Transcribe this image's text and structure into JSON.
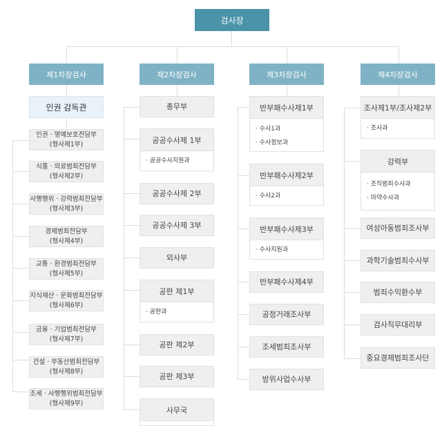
{
  "chief": {
    "label": "검사장"
  },
  "colors": {
    "chief": "#4a93a8",
    "deputy": "#7fb2c4",
    "supervisor": "#e8f2f8",
    "department": "#efefef",
    "line": "#dcdcdc"
  },
  "columns": [
    {
      "title": "제1차장검사",
      "supervisor": "인권 감독관",
      "departments": [
        {
          "name": "인권 · 명예보호전담부",
          "sub": "(형사제1부)"
        },
        {
          "name": "식품 · 의료범죄전담부",
          "sub": "(형사제2부)"
        },
        {
          "name": "사행행위 · 강력범죄전담부",
          "sub": "(형사제3부)"
        },
        {
          "name": "경제범죄전담부",
          "sub": "(형사제4부)"
        },
        {
          "name": "교통 · 환경범죄전담부",
          "sub": "(형사제5부)"
        },
        {
          "name": "지식재산 · 문화범죄전담부",
          "sub": "(형사제6부)"
        },
        {
          "name": "금융 · 기업범죄전담부",
          "sub": "(형사제7부)"
        },
        {
          "name": "건설 · 부동산범죄전담부",
          "sub": "(형사제8부)"
        },
        {
          "name": "조세 · 사행행위범죄전담부",
          "sub": "(형사제9부)"
        }
      ]
    },
    {
      "title": "제2차장검사",
      "departments": [
        {
          "name": "총무부",
          "units": []
        },
        {
          "name": "공공수사제 1부",
          "units": [
            "· 공공수사지원과"
          ]
        },
        {
          "name": "공공수사제 2부",
          "units": []
        },
        {
          "name": "공공수사제 3부",
          "units": []
        },
        {
          "name": "외사부",
          "units": []
        },
        {
          "name": "공판 제1부",
          "units": [
            "· 공판과"
          ]
        },
        {
          "name": "공판 제2부",
          "units": []
        },
        {
          "name": "공판 제3부",
          "units": []
        },
        {
          "name": "사무국",
          "units": []
        }
      ]
    },
    {
      "title": "제3차장검사",
      "departments": [
        {
          "name": "반부패수사제1부",
          "units": [
            "· 수사1과",
            "· 수사정보과"
          ]
        },
        {
          "name": "반부패수사제2부",
          "units": [
            "· 수사2과"
          ]
        },
        {
          "name": "반부패수사제3부",
          "units": [
            "· 수사지원과"
          ]
        },
        {
          "name": "반부패수사제4부",
          "units": []
        },
        {
          "name": "공정거래조사부",
          "units": []
        },
        {
          "name": "조세범죄조사부",
          "units": []
        },
        {
          "name": "방위사업수사부",
          "units": []
        }
      ]
    },
    {
      "title": "제4차장검사",
      "departments": [
        {
          "name": "조사제1부/조사제2부",
          "units": [
            "· 조사과"
          ]
        },
        {
          "name": "강력부",
          "units": [
            "· 조직범죄수사과",
            "· 마약수사과"
          ]
        },
        {
          "name": "여성아동범죄조사부",
          "units": []
        },
        {
          "name": "과학기술범죄수사부",
          "units": []
        },
        {
          "name": "범죄수익환수부",
          "units": []
        },
        {
          "name": "검사직무대리부",
          "units": []
        },
        {
          "name": "중요경제범죄조사단",
          "units": []
        }
      ]
    }
  ]
}
